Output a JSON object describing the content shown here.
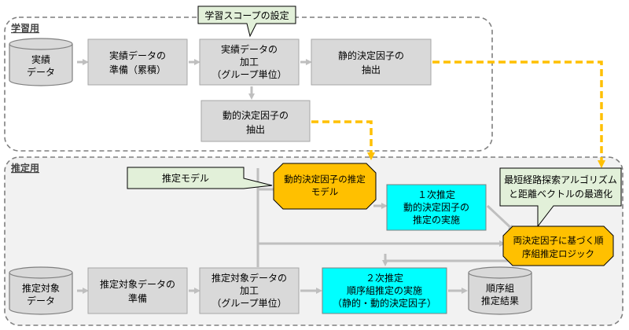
{
  "sections": {
    "learning": "学習用",
    "inference": "推定用"
  },
  "nodes": {
    "db_actual": [
      "実績",
      "データ"
    ],
    "prep_actual": [
      "実績データの",
      "準備（累積）"
    ],
    "process_actual": [
      "実績データの",
      "加工",
      "（グループ単位）"
    ],
    "extract_static": [
      "静的決定因子の",
      "抽出"
    ],
    "extract_dynamic": [
      "動的決定因子の",
      "抽出"
    ],
    "dynamic_model": [
      "動的決定因子の推定",
      "モデル"
    ],
    "primary_est": [
      "１次推定",
      "動的決定因子の",
      "推定の実施"
    ],
    "ordering_logic": [
      "両決定因子に基づく順",
      "序組推定ロジック"
    ],
    "db_target": [
      "推定対象",
      "データ"
    ],
    "prep_target": [
      "推定対象データの",
      "準備"
    ],
    "process_target": [
      "推定対象データの",
      "加工",
      "（グループ単位）"
    ],
    "secondary_est": [
      "２次推定",
      "順序組推定の実施",
      "（静的・動的決定因子）"
    ],
    "db_result": [
      "順序組",
      "推定結果"
    ]
  },
  "callouts": {
    "scope": "学習スコープの設定",
    "model": "推定モデル",
    "optimize": [
      "最短経路探索アルゴリズム",
      "と距離ベクトルの最適化"
    ]
  },
  "colors": {
    "gray_box": "#d9d9d9",
    "cyan_box": "#00ffff",
    "orange": "#ffc000",
    "green_callout": "#e2f0d9",
    "dashed_arrow": "#ffc000"
  }
}
